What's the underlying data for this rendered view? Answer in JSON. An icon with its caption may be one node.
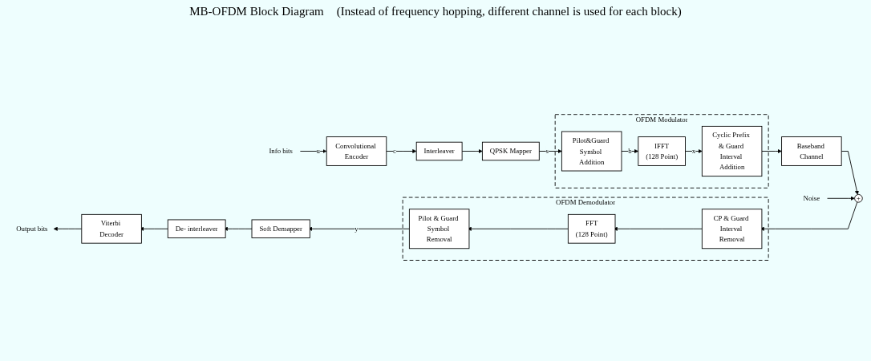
{
  "diagram": {
    "nodes": [
      {
        "text": [
          "Info bits"
        ]
      },
      {
        "text": [
          "Convolutional Encoder"
        ]
      },
      {
        "text": [
          "Interleaver"
        ]
      },
      {
        "text": [
          "QPSK Mapper"
        ]
      },
      {
        "text": [
          "OFDM Modulator"
        ]
      },
      {
        "text": [
          "Pilot&Guard Symbol Addition"
        ],
        "in": 4
      },
      {
        "text": [
          "IFFT",
          "(128 Point)"
        ],
        "in": 4
      },
      {
        "text": [
          "Cyclic Prefix & Guard Interval Addition"
        ],
        "in": 4
      },
      {
        "text": [
          "Baseband Channel"
        ]
      },
      {
        "text": [
          "+"
        ]
      },
      {
        "text": [
          "Noise"
        ]
      },
      {
        "text": [
          "OFDM Demodulator"
        ]
      },
      {
        "text": [
          "CP & Guard Interval Removal"
        ],
        "in": 11
      },
      {
        "text": [
          "FFT",
          "(128 Point)"
        ],
        "in": 11
      },
      {
        "text": [
          "Pilot & Guard Symbol Removal"
        ],
        "in": 11
      },
      {
        "text": [
          "Soft Demapper"
        ]
      },
      {
        "text": [
          "De- interleaver"
        ]
      },
      {
        "text": [
          "Viterbi Decoder"
        ]
      },
      {
        "text": [
          "Output bits"
        ]
      }
    ],
    "edges": [
      {
        "from": 0,
        "to": 1,
        "arrow": "to",
        "label": "u"
      },
      {
        "from": 1,
        "to": 2,
        "arrow": "to",
        "label": "c"
      },
      {
        "from": 2,
        "to": 3,
        "arrow": "to"
      },
      {
        "from": 3,
        "to": 5,
        "arrow": "to",
        "label": "s"
      },
      {
        "from": 5,
        "to": 6,
        "arrow": "to",
        "label": "b"
      },
      {
        "from": 6,
        "to": 7,
        "arrow": "to",
        "label": "x"
      },
      {
        "from": 7,
        "to": 8,
        "arrow": "to"
      },
      {
        "from": 8,
        "to": 9,
        "arrow": "to"
      },
      {
        "from": 10,
        "to": 9,
        "arrow": "to"
      },
      {
        "from": 9,
        "to": 12,
        "arrow": "to"
      },
      {
        "from": 12,
        "to": 13,
        "arrow": "to"
      },
      {
        "from": 13,
        "to": 14,
        "arrow": "to"
      },
      {
        "from": 14,
        "to": 15,
        "arrow": "to",
        "label": "y"
      },
      {
        "from": 15,
        "to": 16,
        "arrow": "to"
      },
      {
        "from": 16,
        "to": 17,
        "arrow": "to"
      },
      {
        "from": 17,
        "to": 18,
        "arrow": "to"
      }
    ],
    "labels": [
      "MB-OFDM Block Diagram",
      "(Instead of frequency hopping, different channel is used for each block)"
    ]
  }
}
